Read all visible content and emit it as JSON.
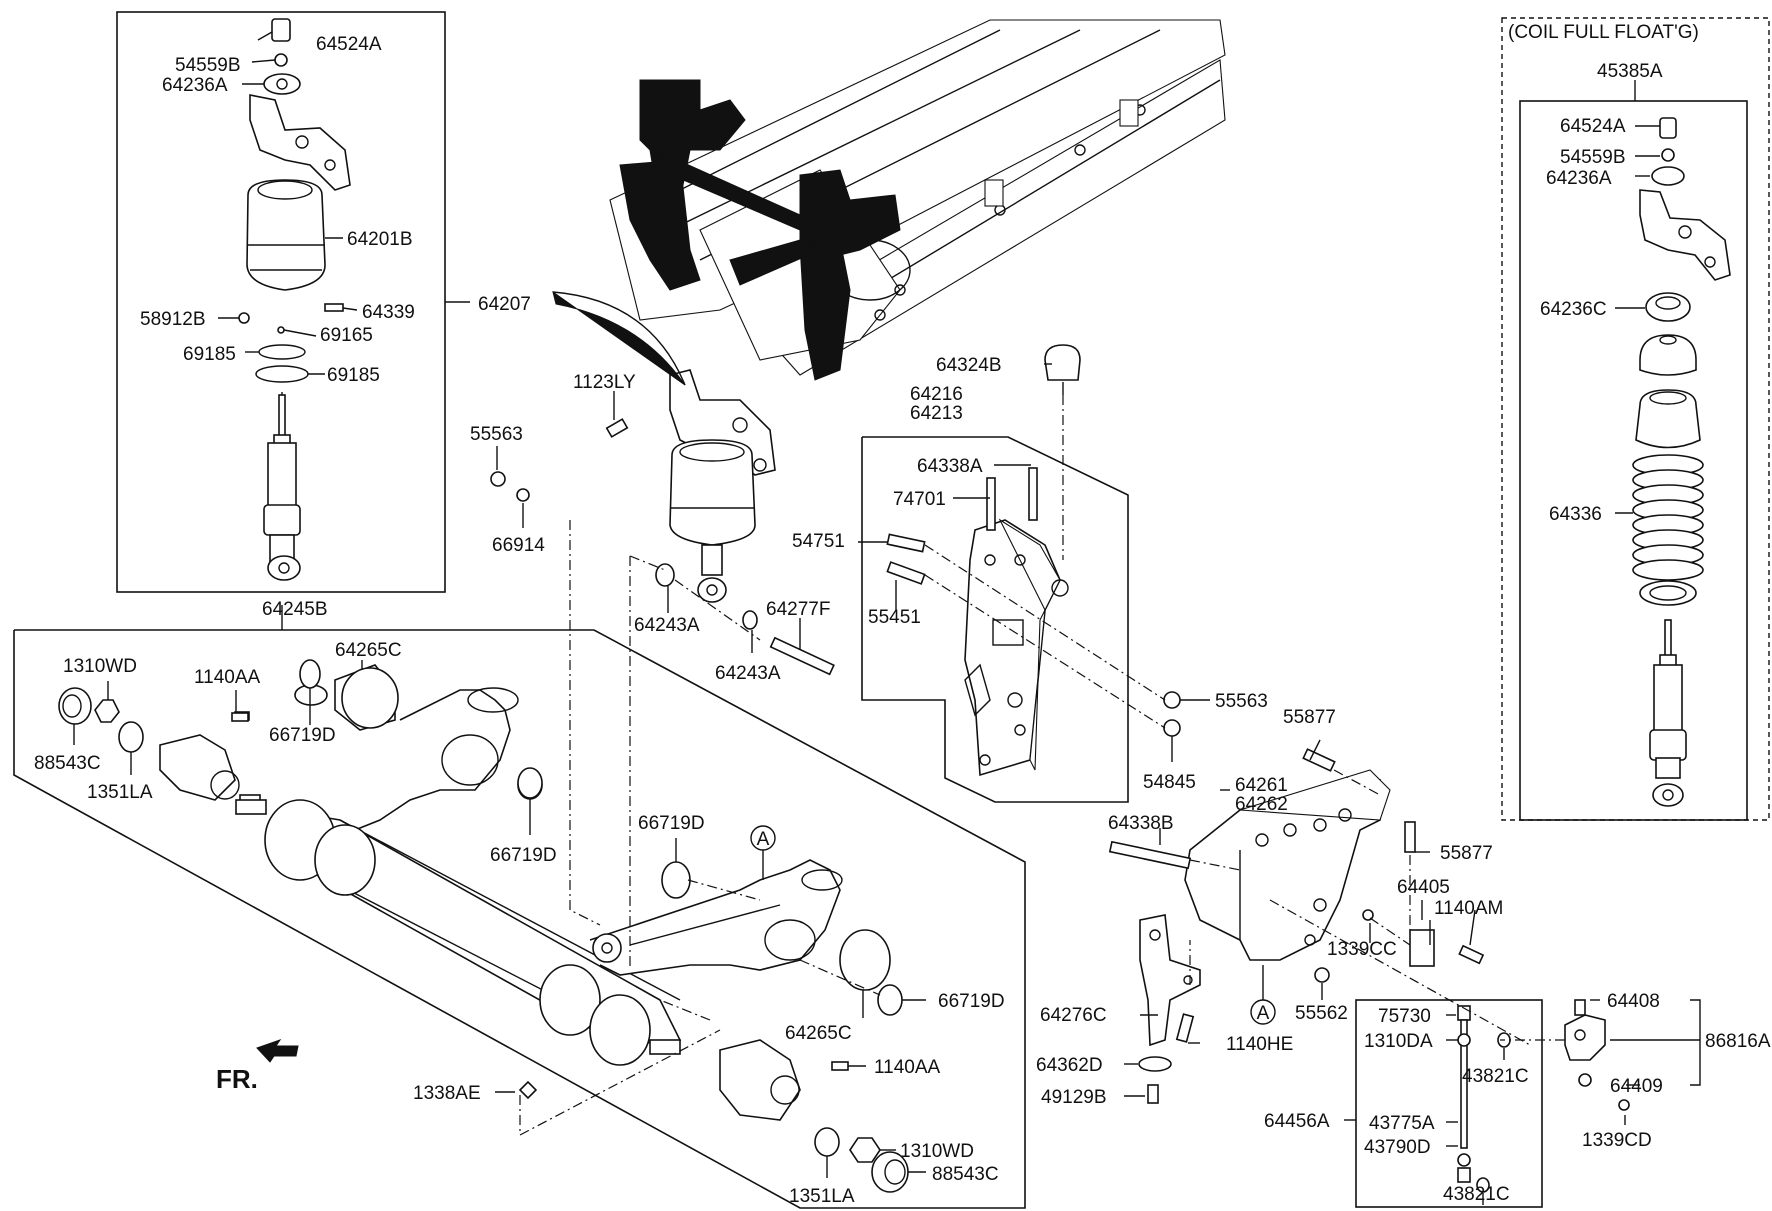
{
  "diagram": {
    "orientation_label": "FR.",
    "coil_option_label": "(COIL FULL FLOAT'G)",
    "callout_circle": "A",
    "part_labels": {
      "p64524A": "64524A",
      "p54559B": "54559B",
      "p64236A": "64236A",
      "p64201B": "64201B",
      "p58912B": "58912B",
      "p64339": "64339",
      "p69165": "69165",
      "p69185a": "69185",
      "p69185b": "69185",
      "p64207": "64207",
      "p1123LY": "1123LY",
      "p55563a": "55563",
      "p66914": "66914",
      "p64245B": "64245B",
      "p64243Aa": "64243A",
      "p64243Ab": "64243A",
      "p64277F": "64277F",
      "p64324B": "64324B",
      "p64216": "64216",
      "p64213": "64213",
      "p64338A": "64338A",
      "p74701": "74701",
      "p54751": "54751",
      "p55451": "55451",
      "p55563b": "55563",
      "p54845": "54845",
      "p1310WDa": "1310WD",
      "p1140AAa": "1140AA",
      "p64265Ca": "64265C",
      "p66719Da": "66719D",
      "p88543Ca": "88543C",
      "p1351LAa": "1351LA",
      "p66719Db": "66719D",
      "p66719Dc": "66719D",
      "p66719Dd": "66719D",
      "p64265Cb": "64265C",
      "p1140AAb": "1140AA",
      "p1338AE": "1338AE",
      "p1310WDb": "1310WD",
      "p1351LAb": "1351LA",
      "p88543Cb": "88543C",
      "p55877a": "55877",
      "p64261": "64261",
      "p64262": "64262",
      "p64338B": "64338B",
      "p55877b": "55877",
      "p64405": "64405",
      "p1140AM": "1140AM",
      "p1339CC": "1339CC",
      "p55562": "55562",
      "p64276C": "64276C",
      "p1140HE": "1140HE",
      "p64362D": "64362D",
      "p49129B": "49129B",
      "p75730": "75730",
      "p1310DA": "1310DA",
      "p43821Ca": "43821C",
      "p64456A": "64456A",
      "p43775A": "43775A",
      "p43790D": "43790D",
      "p43821Cb": "43821C",
      "p64408": "64408",
      "p86816A": "86816A",
      "p64409": "64409",
      "p1339CD": "1339CD",
      "p45385A": "45385A",
      "p64524A2": "64524A",
      "p54559B2": "54559B",
      "p64236A2": "64236A",
      "p64236C": "64236C",
      "p64336": "64336"
    }
  }
}
